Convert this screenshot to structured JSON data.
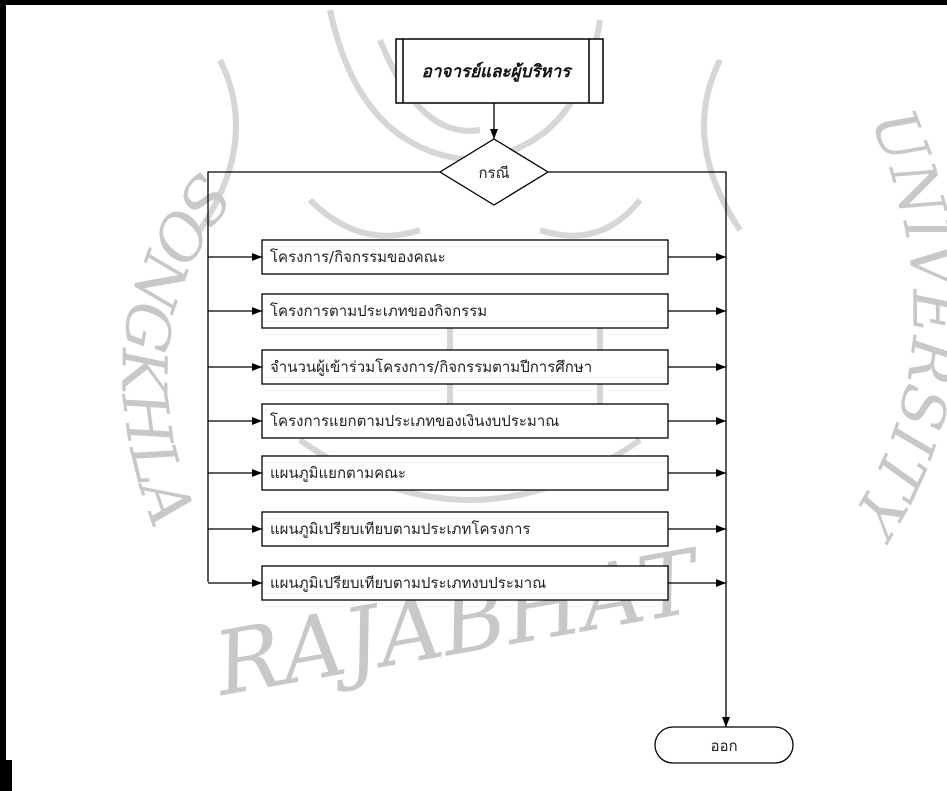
{
  "watermark": {
    "name": "RAJABHAT",
    "left_arc": "SONGKHLA",
    "right_arc": "UNIVERSITY"
  },
  "flow": {
    "start": "อาจารย์และผู้บริหาร",
    "decision": "กรณี",
    "options": [
      "โครงการ/กิจกรรมของคณะ",
      "โครงการตามประเภทของกิจกรรม",
      "จำนวนผู้เข้าร่วมโครงการ/กิจกรรมตามปีการศึกษา",
      "โครงการแยกตามประเภทของเงินงบประมาณ",
      "แผนภูมิแยกตามคณะ",
      "แผนภูมิเปรียบเทียบตามประเภทโครงการ",
      "แผนภูมิเปรียบเทียบตามประเภทงบประมาณ"
    ],
    "exit": "ออก"
  }
}
